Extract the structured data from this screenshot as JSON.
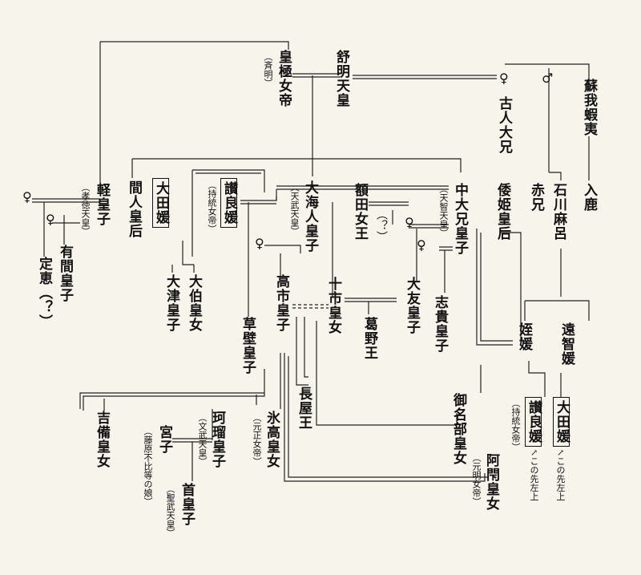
{
  "female_symbol": "♀",
  "male_symbol": "♂",
  "names": {
    "kogyoku": "皇極女帝",
    "kogyoku_alt": "（斉明）",
    "jomei": "舒明天皇",
    "emishi": "蘇我蝦夷",
    "furuhito": "古人大兄",
    "iruka": "入鹿",
    "akae": "赤兄",
    "ishikawa": "石川麻呂",
    "yamato_hime": "倭姫皇后",
    "karu": "軽皇子",
    "karu_alt": "（孝徳天皇）",
    "hashihito": "間人皇后",
    "ota": "大田媛",
    "sarara": "讃良媛",
    "sarara_alt": "（持統女帝）",
    "oama": "大海人皇子",
    "oama_alt": "（天武天皇）",
    "nukata": "額田女王",
    "nakano": "中大兄皇子",
    "nakano_alt": "（天智天皇）",
    "unknown": "（？）",
    "jo_e": "定恵（？）",
    "arima": "有間皇子",
    "otsu": "大津皇子",
    "oku": "大伯皇女",
    "takechi": "高市皇子",
    "tochi": "十市皇女",
    "otomo": "大友皇子",
    "shiki": "志貴皇子",
    "kusakabe": "草壁皇子",
    "kadono": "葛野王",
    "mei": "姪媛",
    "ochi": "遠智媛",
    "nagaya": "長屋王",
    "minabe": "御名部皇女",
    "ahe": "阿閇皇女",
    "ahe_alt": "（元明女帝）",
    "sarara2": "讃良媛",
    "sarara2_alt": "（持統女帝）",
    "ota2": "大田媛",
    "note_left": "↖この先左上",
    "kibi": "吉備皇女",
    "miyako": "宮子",
    "miyako_alt": "（藤原不比等の娘）",
    "karu2": "珂瑠皇子",
    "karu2_alt": "（文武天皇）",
    "hidaka": "氷高皇女",
    "hidaka_alt": "（元正女帝）",
    "obito": "首皇子",
    "obito_alt": "（聖武天皇）"
  }
}
